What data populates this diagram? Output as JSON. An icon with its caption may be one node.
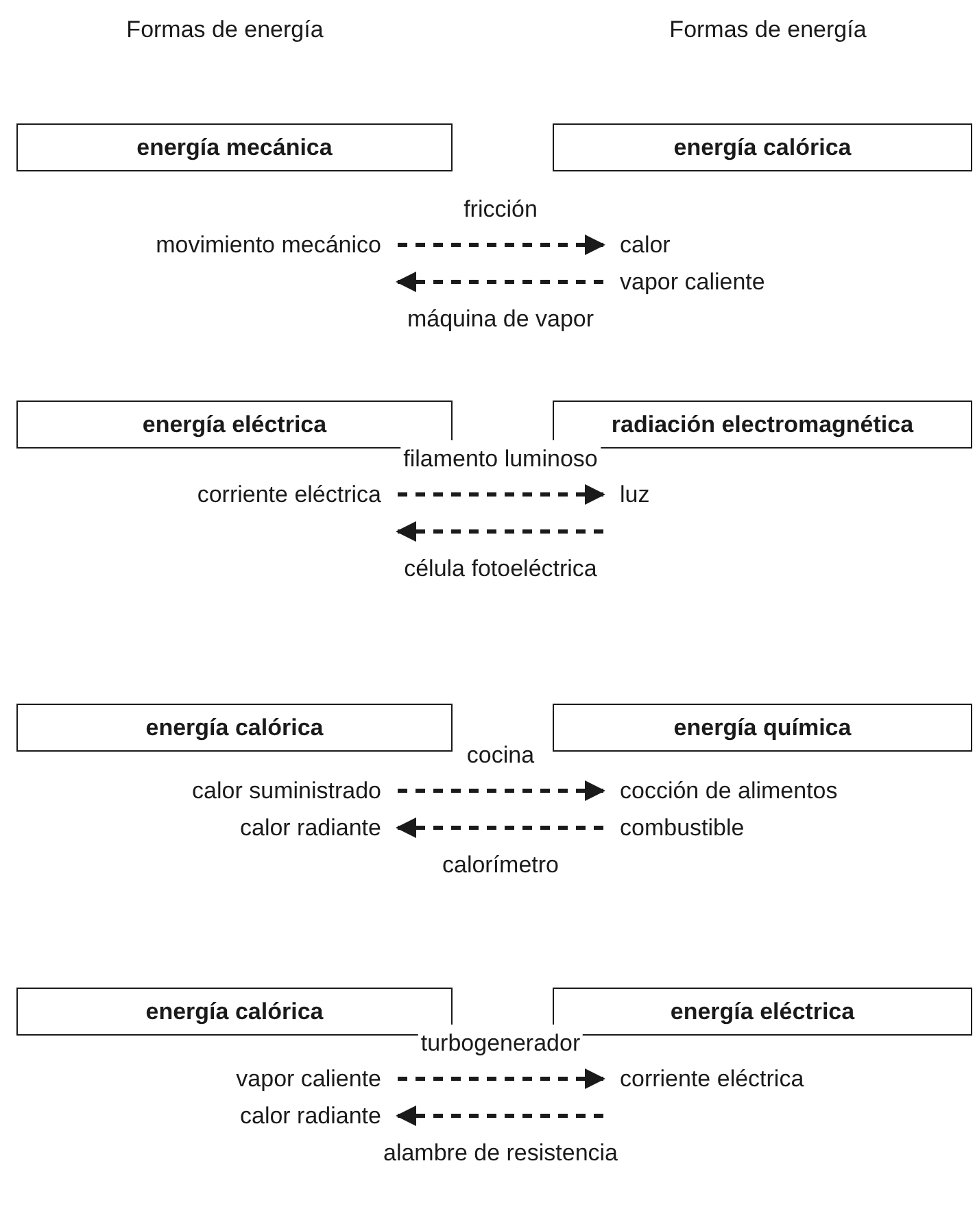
{
  "diagram": {
    "nodes": [
      {
        "text": [
          "energía mecánica"
        ]
      },
      {
        "text": [
          "energía calórica"
        ]
      },
      {
        "text": [
          "movimiento mecánico"
        ]
      },
      {
        "text": [
          "calor"
        ]
      },
      {
        "text": [
          "vapor caliente"
        ]
      },
      {
        "text": [
          "energía eléctrica"
        ]
      },
      {
        "text": [
          "radiación electromagnética"
        ]
      },
      {
        "text": [
          "corriente eléctrica"
        ]
      },
      {
        "text": [
          "luz"
        ]
      },
      {
        "text": [
          "energía calórica"
        ]
      },
      {
        "text": [
          "energía química"
        ]
      },
      {
        "text": [
          "calor suministrado"
        ]
      },
      {
        "text": [
          "cocción de alimentos"
        ]
      },
      {
        "text": [
          "calor radiante"
        ]
      },
      {
        "text": [
          "combustible"
        ]
      },
      {
        "text": [
          "energía calórica"
        ]
      },
      {
        "text": [
          "energía eléctrica"
        ]
      },
      {
        "text": [
          "vapor caliente"
        ]
      },
      {
        "text": [
          "corriente eléctrica"
        ]
      },
      {
        "text": [
          "calor radiante"
        ]
      }
    ],
    "edges": [
      {
        "from": 2,
        "to": 3,
        "arrow": "to",
        "label": "fricción",
        "style": "dashed"
      },
      {
        "from": 4,
        "to": 2,
        "arrow": "to",
        "label": "máquina de vapor",
        "style": "dashed"
      },
      {
        "from": 7,
        "to": 8,
        "arrow": "to",
        "label": "filamento luminoso",
        "style": "dashed"
      },
      {
        "from": 8,
        "to": 7,
        "arrow": "to",
        "label": "célula fotoeléctrica",
        "style": "dashed"
      },
      {
        "from": 11,
        "to": 12,
        "arrow": "to",
        "label": "cocina",
        "style": "dashed"
      },
      {
        "from": 14,
        "to": 13,
        "arrow": "to",
        "label": "calorímetro",
        "style": "dashed"
      },
      {
        "from": 17,
        "to": 18,
        "arrow": "to",
        "label": "turbogenerador",
        "style": "dashed"
      },
      {
        "from": 18,
        "to": 19,
        "arrow": "to",
        "label": "alambre de resistencia",
        "style": "dashed"
      }
    ],
    "labels": [
      "Formas de energía",
      "Formas de energía"
    ]
  }
}
